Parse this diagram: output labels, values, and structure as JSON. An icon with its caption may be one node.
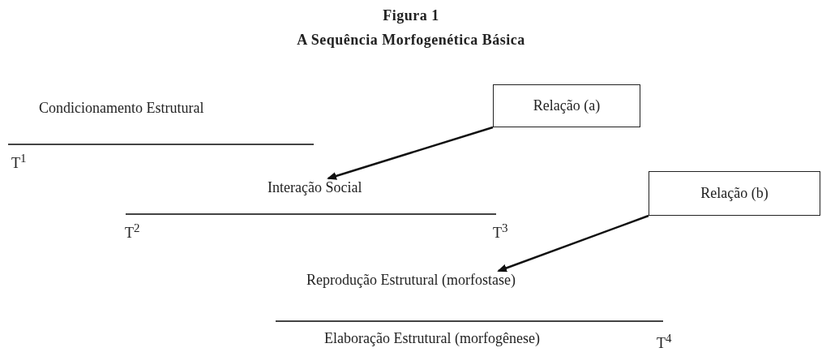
{
  "diagram": {
    "title": "A Sequência Morfogenética Básica",
    "nodes": [
      {
        "text": [
          "Relação (a)"
        ]
      },
      {
        "text": [
          "Interação Social"
        ]
      },
      {
        "text": [
          "Relação (b)"
        ]
      },
      {
        "text": [
          "Reprodução Estrutural (morfostase)"
        ]
      }
    ],
    "edges": [
      {
        "from": 0,
        "to": 1,
        "arrow": "to"
      },
      {
        "from": 2,
        "to": 3,
        "arrow": "to"
      }
    ],
    "labels": [
      "Figura 1",
      "Condicionamento Estrutural",
      "T$^{1}$",
      "T$^{2}$",
      "T$^{3}$",
      "Elaboração Estrutural (morfogênese)",
      "T$^{4}$"
    ]
  }
}
